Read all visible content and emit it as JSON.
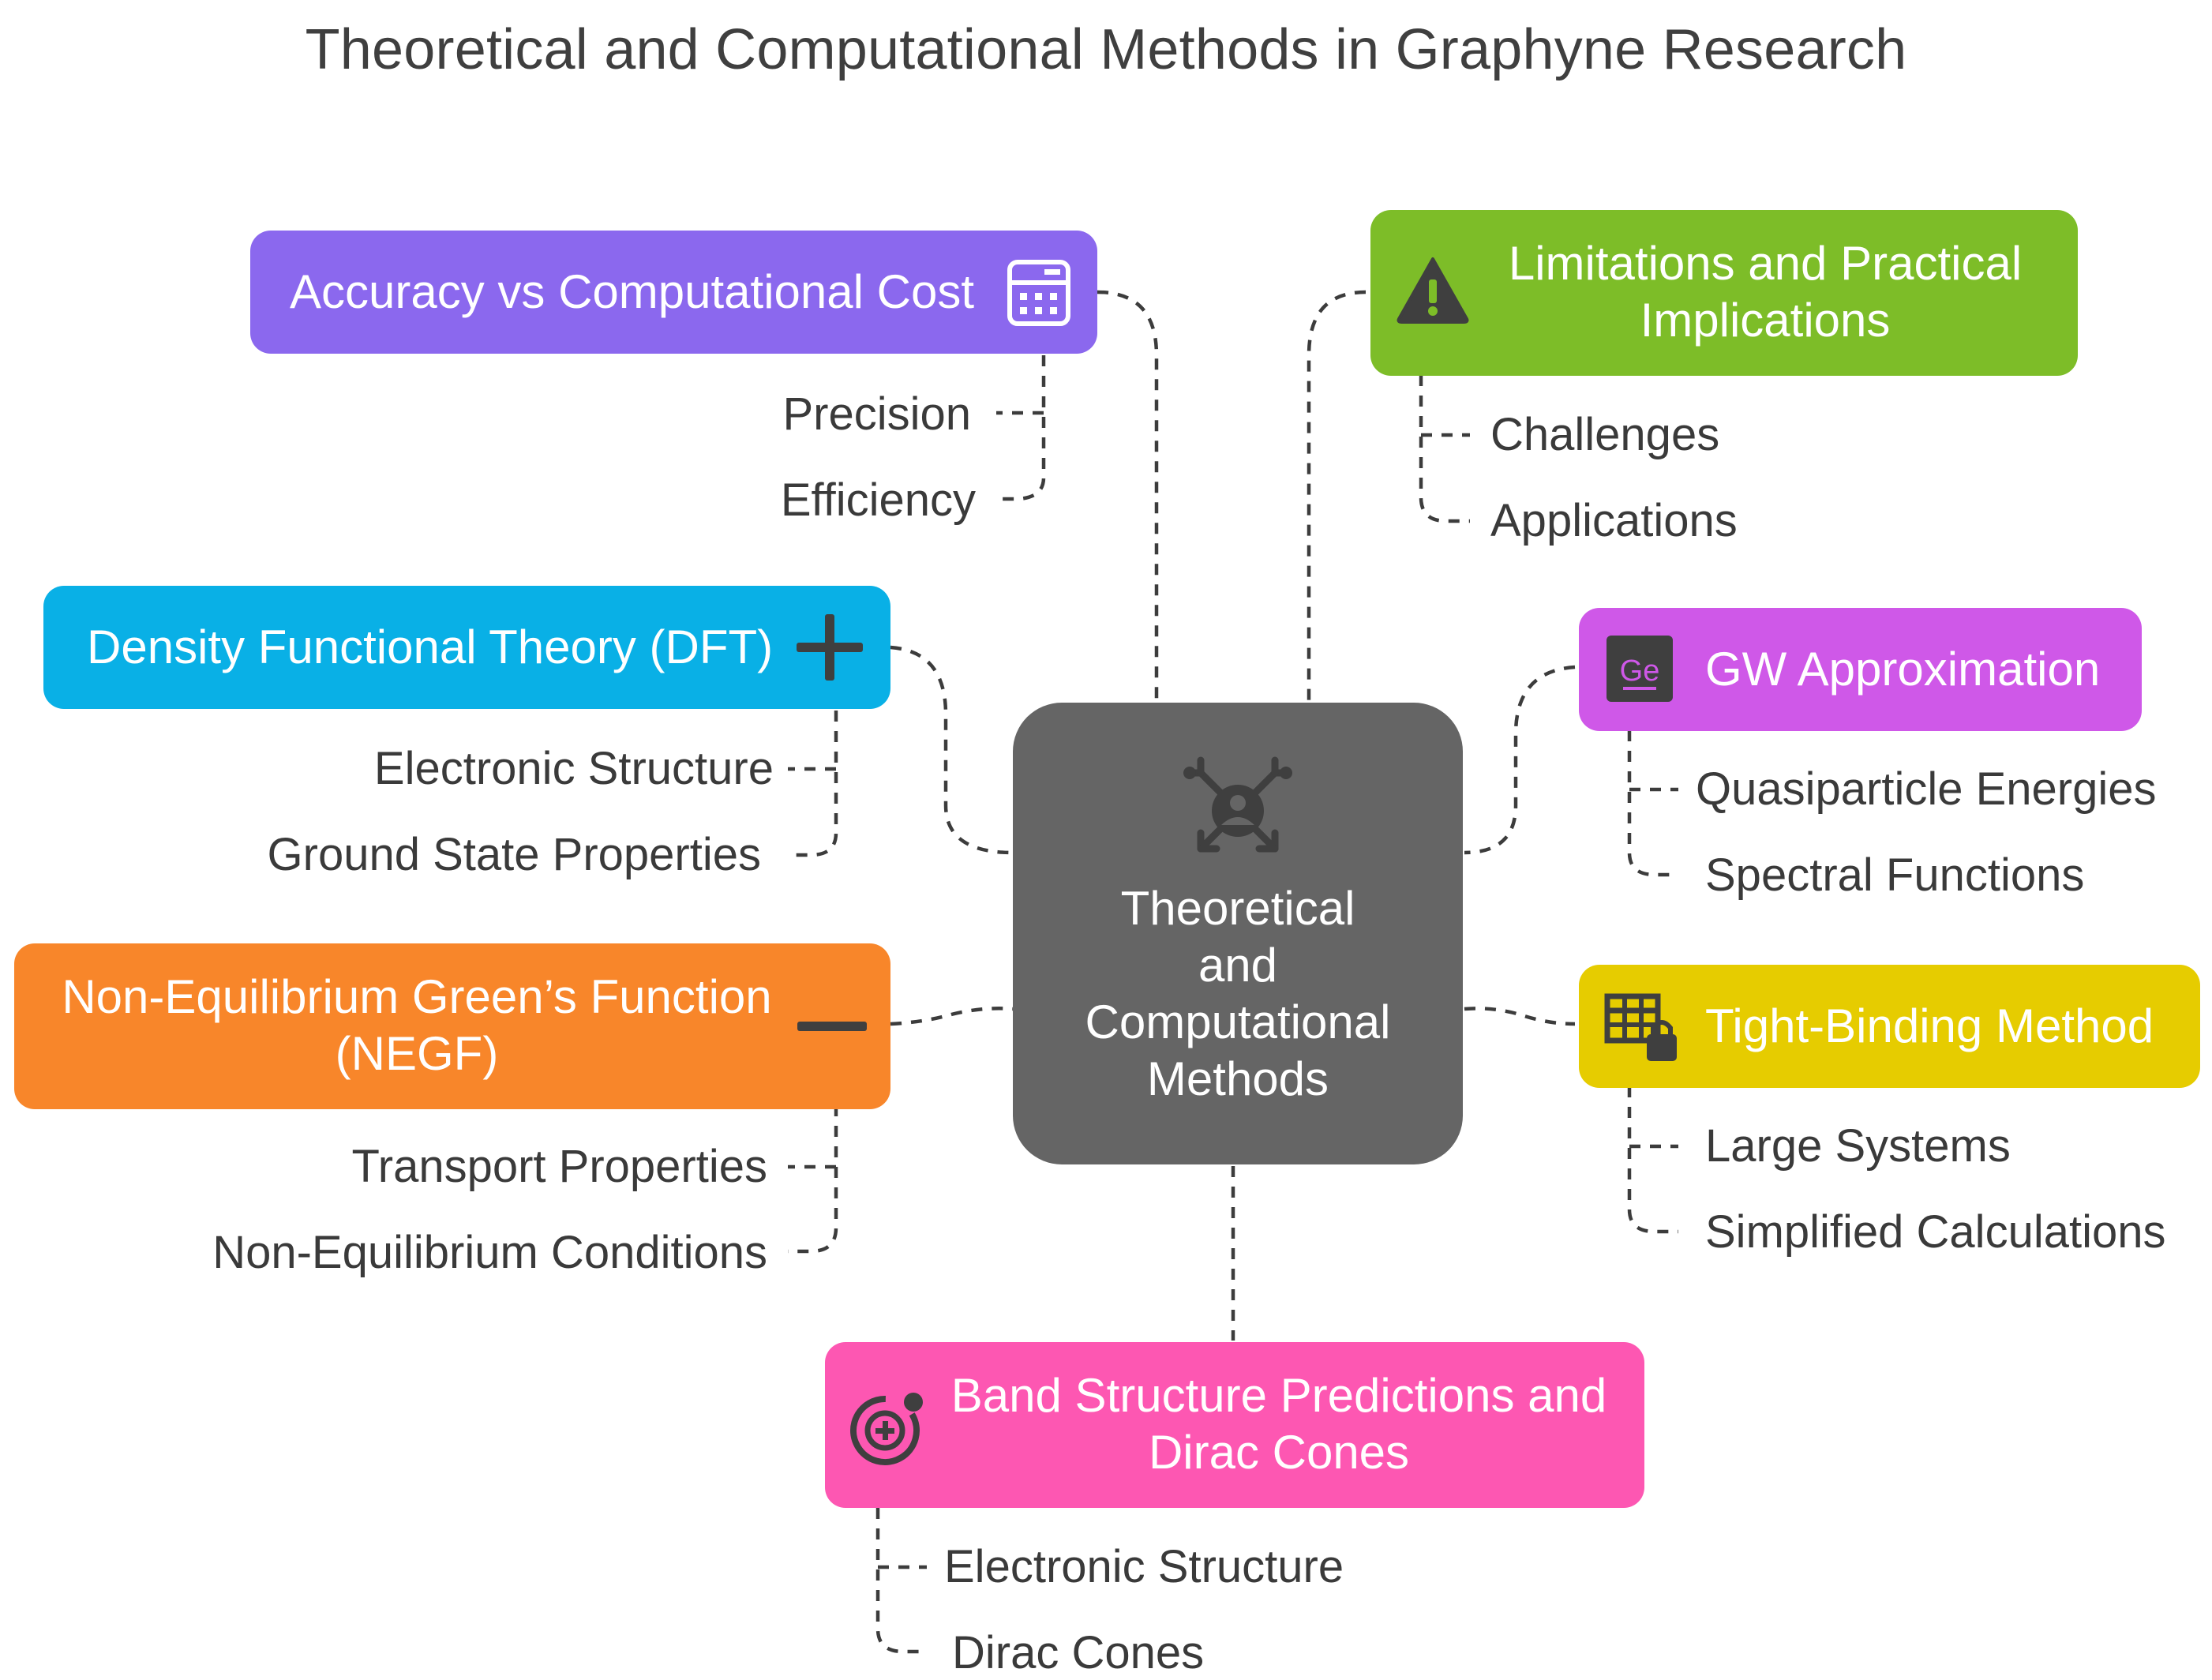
{
  "title": "Theoretical and Computational Methods in Graphyne Research",
  "center": {
    "lines": [
      "Theoretical",
      "and",
      "Computational",
      "Methods"
    ],
    "icon": "network-user-hub-icon",
    "color": "#656565"
  },
  "branches": [
    {
      "id": "accuracy",
      "lines": [
        "Accuracy vs Computational Cost"
      ],
      "icon": "calculator-icon",
      "color": "#8b68ee",
      "children": [
        "Precision",
        "Efficiency"
      ]
    },
    {
      "id": "dft",
      "lines": [
        "Density Functional Theory (DFT)"
      ],
      "icon": "plus-icon",
      "color": "#09b0e6",
      "children": [
        "Electronic Structure",
        "Ground State Properties"
      ]
    },
    {
      "id": "negf",
      "lines": [
        "Non-Equilibrium Green’s Function",
        "(NEGF)"
      ],
      "icon": "minus-icon",
      "color": "#f8862a",
      "children": [
        "Transport Properties",
        "Non-Equilibrium Conditions"
      ]
    },
    {
      "id": "limitations",
      "lines": [
        "Limitations and Practical",
        "Implications"
      ],
      "icon": "warning-icon",
      "color": "#7dbd28",
      "children": [
        "Challenges",
        "Applications"
      ]
    },
    {
      "id": "gw",
      "lines": [
        "GW Approximation"
      ],
      "icon": "germanium-element-icon",
      "color": "#cf58e8",
      "children": [
        "Quasiparticle Energies",
        "Spectral Functions"
      ]
    },
    {
      "id": "tight-binding",
      "lines": [
        "Tight-Binding Method"
      ],
      "icon": "locked-table-icon",
      "color": "#e6cc00",
      "children": [
        "Large Systems",
        "Simplified Calculations"
      ]
    },
    {
      "id": "band-structure",
      "lines": [
        "Band Structure Predictions and",
        "Dirac Cones"
      ],
      "icon": "target-add-icon",
      "color": "#fd57b2",
      "children": [
        "Electronic Structure",
        "Dirac Cones"
      ]
    }
  ]
}
